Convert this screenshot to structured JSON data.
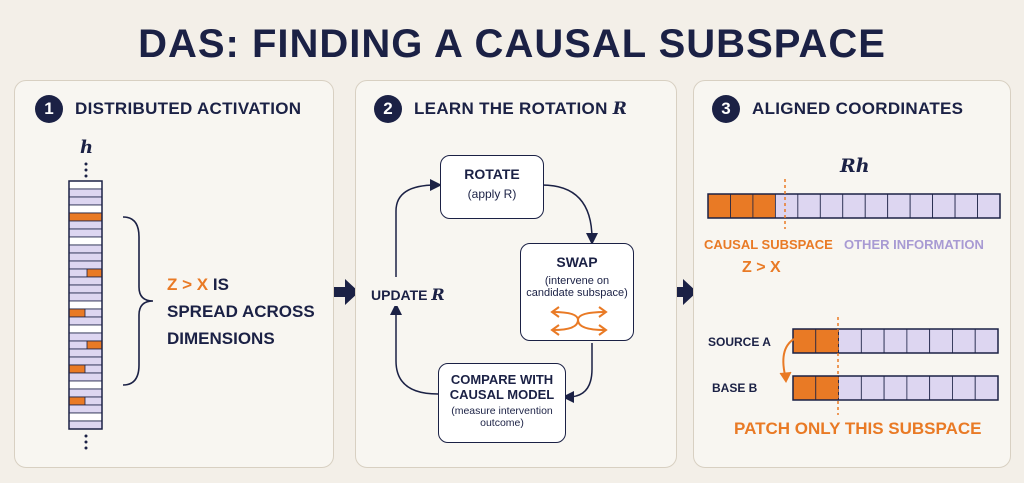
{
  "title": "DAS: FINDING A CAUSAL SUBSPACE",
  "panel1": {
    "number": "1",
    "heading": "DISTRIBUTED ACTIVATION",
    "vector_label": "h",
    "statement_var": "Z > X",
    "statement_rest1": "IS",
    "statement_rest2": "SPREAD ACROSS",
    "statement_rest3": "DIMENSIONS"
  },
  "panel2": {
    "number": "2",
    "heading": "LEARN THE ROTATION",
    "heading_var": "R",
    "rotate_title": "ROTATE",
    "rotate_sub": "(apply R)",
    "swap_title": "SWAP",
    "swap_sub1": "(intervene on",
    "swap_sub2": "candidate subspace)",
    "compare_title1": "COMPARE WITH",
    "compare_title2": "CAUSAL MODEL",
    "compare_sub1": "(measure intervention",
    "compare_sub2": "outcome)",
    "update_label": "UPDATE",
    "update_var": "R"
  },
  "panel3": {
    "number": "3",
    "heading": "ALIGNED COORDINATES",
    "vector_label": "Rh",
    "causal_label": "CAUSAL SUBSPACE",
    "causal_var": "Z > X",
    "other_label": "OTHER INFORMATION",
    "source_label": "SOURCE A",
    "base_label": "BASE B",
    "patch_label": "PATCH ONLY THIS SUBSPACE"
  },
  "colors": {
    "navy": "#1b2145",
    "orange": "#e97a25",
    "lavender": "#ddd6f1",
    "purple_text": "#a89ad3"
  }
}
